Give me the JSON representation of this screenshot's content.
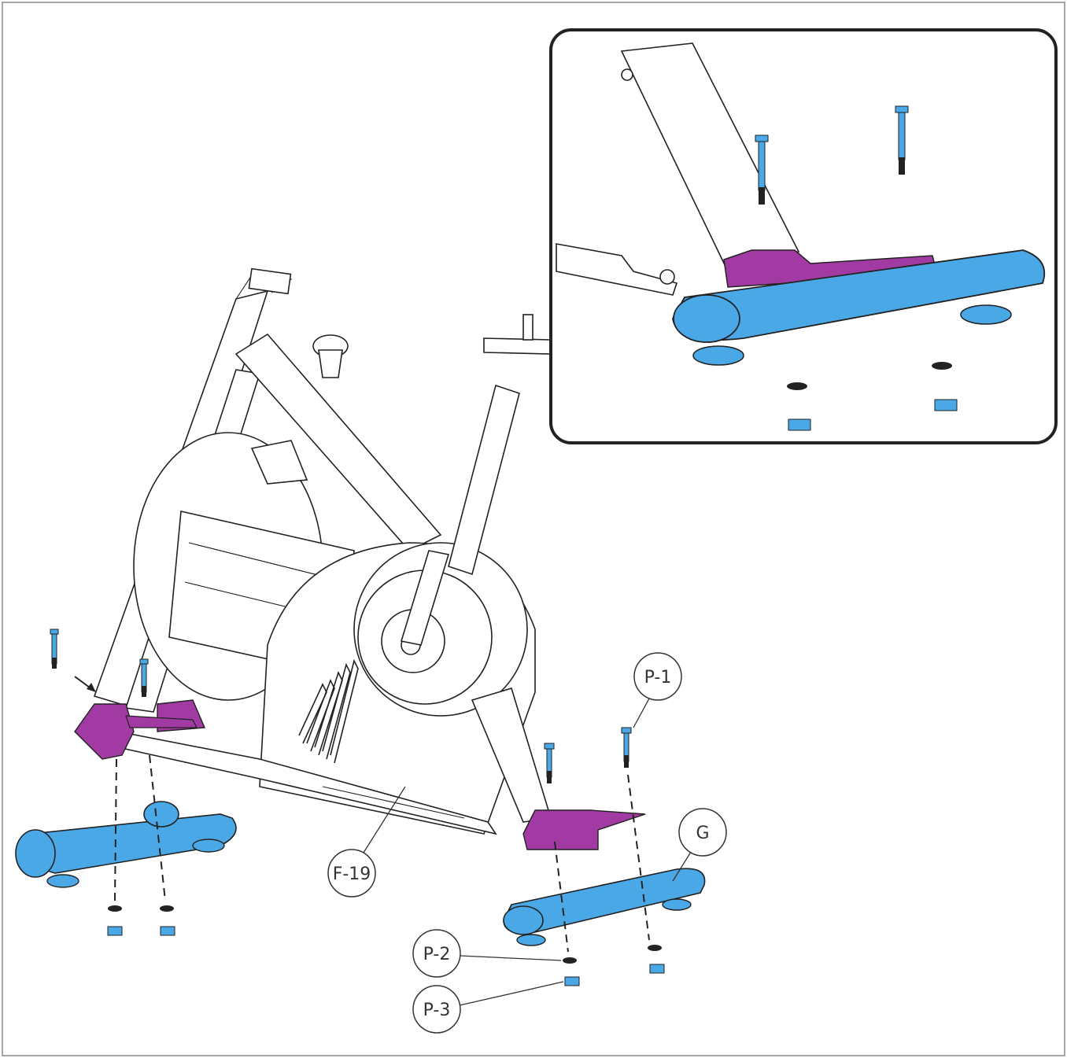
{
  "colors": {
    "stabilizer_fill": "#4ba8e6",
    "bracket_fill": "#a23aa4",
    "line": "#222222",
    "background": "#ffffff"
  },
  "callouts": {
    "p1": "P-1",
    "g": "G",
    "f19": "F-19",
    "p2": "P-2",
    "p3": "P-3"
  },
  "parts": [
    {
      "id": "P-1",
      "kind": "carriage-bolt"
    },
    {
      "id": "P-2",
      "kind": "washer"
    },
    {
      "id": "P-3",
      "kind": "nut"
    },
    {
      "id": "G",
      "kind": "rear-stabilizer"
    },
    {
      "id": "F-19",
      "kind": "main-frame"
    }
  ]
}
